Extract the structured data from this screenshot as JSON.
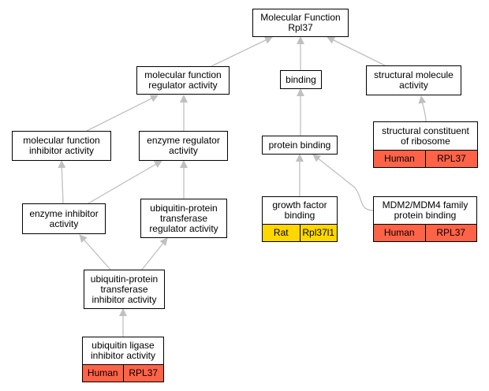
{
  "colors": {
    "edge": "#c0c0c0",
    "human": "#ff6347",
    "rat": "#ffd700"
  },
  "nodes": {
    "root": {
      "label": "Molecular Function\nRpl37"
    },
    "mf_regulator": {
      "label": "molecular function\nregulator activity"
    },
    "binding": {
      "label": "binding"
    },
    "structural_molecule": {
      "label": "structural molecule\nactivity"
    },
    "mf_inhibitor": {
      "label": "molecular function\ninhibitor activity"
    },
    "enzyme_regulator": {
      "label": "enzyme regulator\nactivity"
    },
    "protein_binding": {
      "label": "protein binding"
    },
    "structural_ribosome": {
      "label": "structural constituent\nof ribosome",
      "species": "Human",
      "gene": "RPL37"
    },
    "enzyme_inhibitor": {
      "label": "enzyme inhibitor\nactivity"
    },
    "ubiq_transferase_reg": {
      "label": "ubiquitin-protein\ntransferase\nregulator activity"
    },
    "growth_factor": {
      "label": "growth factor\nbinding",
      "species": "Rat",
      "gene": "Rpl37l1"
    },
    "mdm2": {
      "label": "MDM2/MDM4 family\nprotein binding",
      "species": "Human",
      "gene": "RPL37"
    },
    "ubiq_transferase_inh": {
      "label": "ubiquitin-protein\ntransferase\ninhibitor activity"
    },
    "ubiq_ligase_inh": {
      "label": "ubiquitin ligase\ninhibitor activity",
      "species": "Human",
      "gene": "RPL37"
    }
  }
}
